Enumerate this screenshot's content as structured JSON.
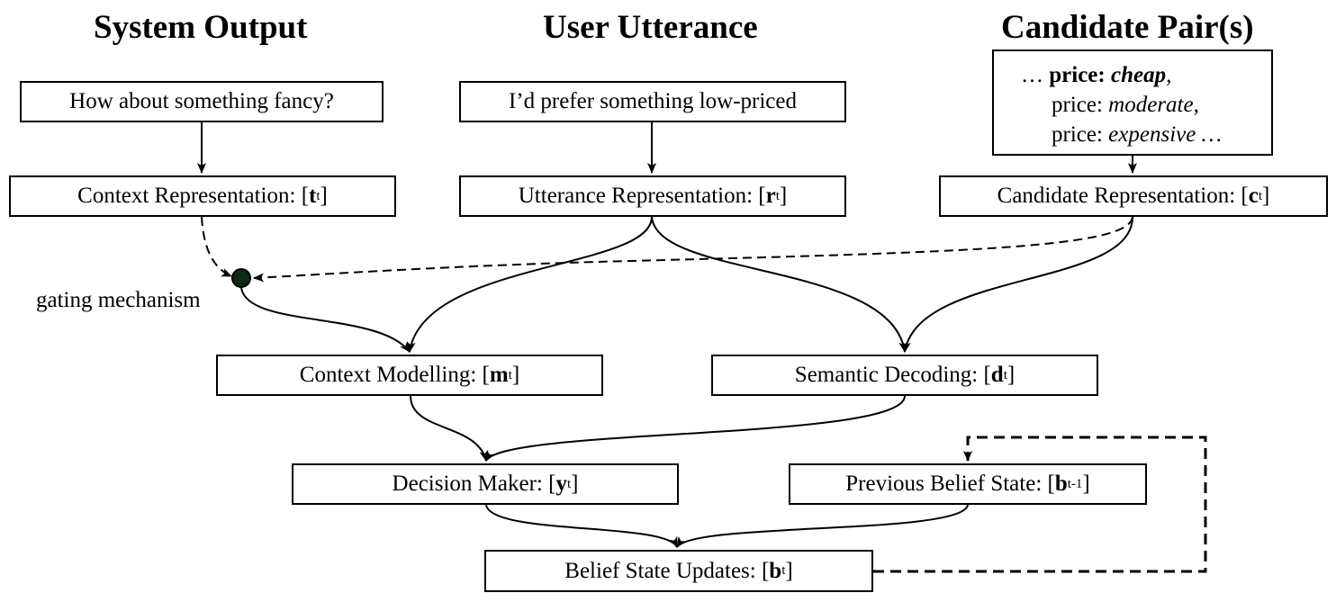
{
  "headings": {
    "system_output": "System Output",
    "user_utterance": "User Utterance",
    "candidate_pairs": "Candidate Pair(s)"
  },
  "inputs": {
    "system_text": "How about something fancy?",
    "user_text": "I’d prefer something low-priced"
  },
  "candidates": {
    "line1": {
      "prefix": "… ",
      "slot": "price: ",
      "value": "cheap",
      "suffix": ","
    },
    "line2": {
      "slot": "price: ",
      "value": "moderate",
      "suffix": ","
    },
    "line3": {
      "slot": "price: ",
      "value": "expensive",
      "suffix": " …"
    }
  },
  "representations": {
    "context": {
      "label": "Context Representation: [",
      "symbol": "t",
      "sub": "t",
      "close": "]"
    },
    "utterance": {
      "label": "Utterance Representation: [",
      "symbol": "r",
      "sub": "t",
      "close": "]"
    },
    "candidate": {
      "label": "Candidate Representation: [",
      "symbol": "c",
      "sub": "t",
      "close": "]"
    }
  },
  "gating_label": "gating mechanism",
  "modules": {
    "context_modelling": {
      "label": "Context Modelling: [",
      "symbol": "m",
      "sub": "t",
      "close": "]"
    },
    "semantic_decoding": {
      "label": "Semantic Decoding: [",
      "symbol": "d",
      "sub": "t",
      "close": "]"
    },
    "decision_maker": {
      "label": "Decision Maker: [",
      "symbol": "y",
      "sub": "t",
      "close": "]"
    },
    "previous_belief": {
      "label": "Previous Belief State: [",
      "symbol": "b",
      "sub": "t-1",
      "close": "]"
    },
    "belief_updates": {
      "label": "Belief State Updates: [",
      "symbol": "b",
      "sub": "t",
      "close": "]"
    }
  }
}
